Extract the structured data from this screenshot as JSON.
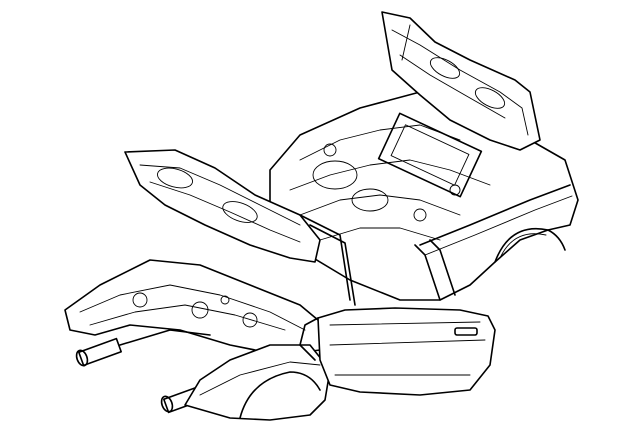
{
  "diagram": {
    "background": "#ffffff",
    "line_color": "#000000",
    "parts": [
      {
        "id": "body-shell",
        "kind": "car-body-in-white"
      },
      {
        "id": "rear-deck-lid",
        "kind": "trunk-lid-open"
      },
      {
        "id": "front-hood",
        "kind": "hood-open"
      },
      {
        "id": "left-door",
        "kind": "door-open"
      },
      {
        "id": "front-fender",
        "kind": "fender"
      },
      {
        "id": "frame-rails",
        "kind": "front-frame-rails"
      }
    ]
  }
}
